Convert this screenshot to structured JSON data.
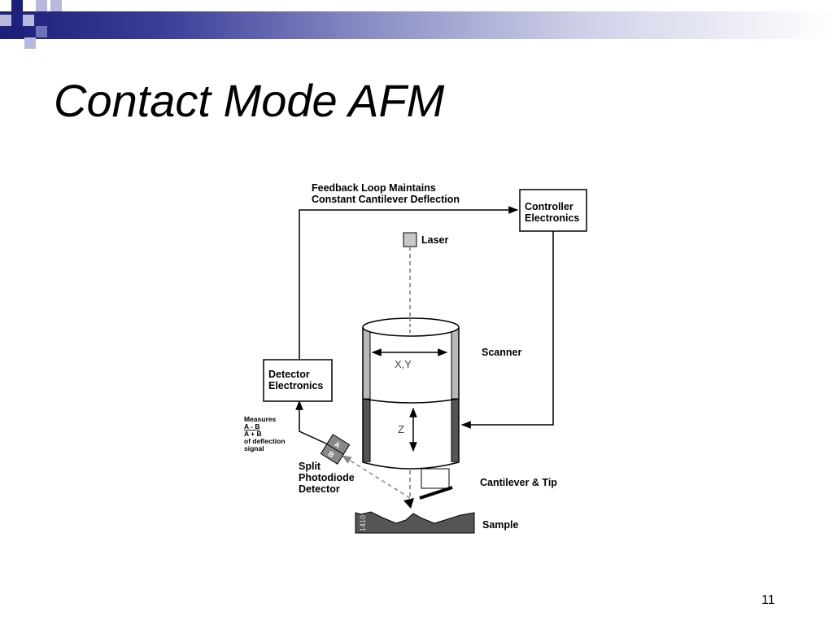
{
  "slide": {
    "title": "Contact Mode AFM",
    "number": "11"
  },
  "colors": {
    "accent_dark": "#1c1f7a",
    "accent_mid": "#6e72b8",
    "accent_light": "#b7b9de",
    "wall_dark": "#555555",
    "wall_light": "#b8b8b8"
  },
  "diagram": {
    "feedback_line1": "Feedback Loop Maintains",
    "feedback_line2": "Constant Cantilever Deflection",
    "controller_line1": "Controller",
    "controller_line2": "Electronics",
    "laser": "Laser",
    "scanner": "Scanner",
    "xy": "X,Y",
    "z": "Z",
    "detector_line1": "Detector",
    "detector_line2": "Electronics",
    "measures": "Measures",
    "a_minus_b": "A - B",
    "a_plus_b": "A + B",
    "of_deflection": "of deflection",
    "signal": "signal",
    "photodiode_a": "A",
    "photodiode_b": "B",
    "split": "Split",
    "photodiode": "Photodiode",
    "detector": "Detector",
    "cantilever_tip": "Cantilever & Tip",
    "sample": "Sample",
    "figure_id": "1410"
  }
}
